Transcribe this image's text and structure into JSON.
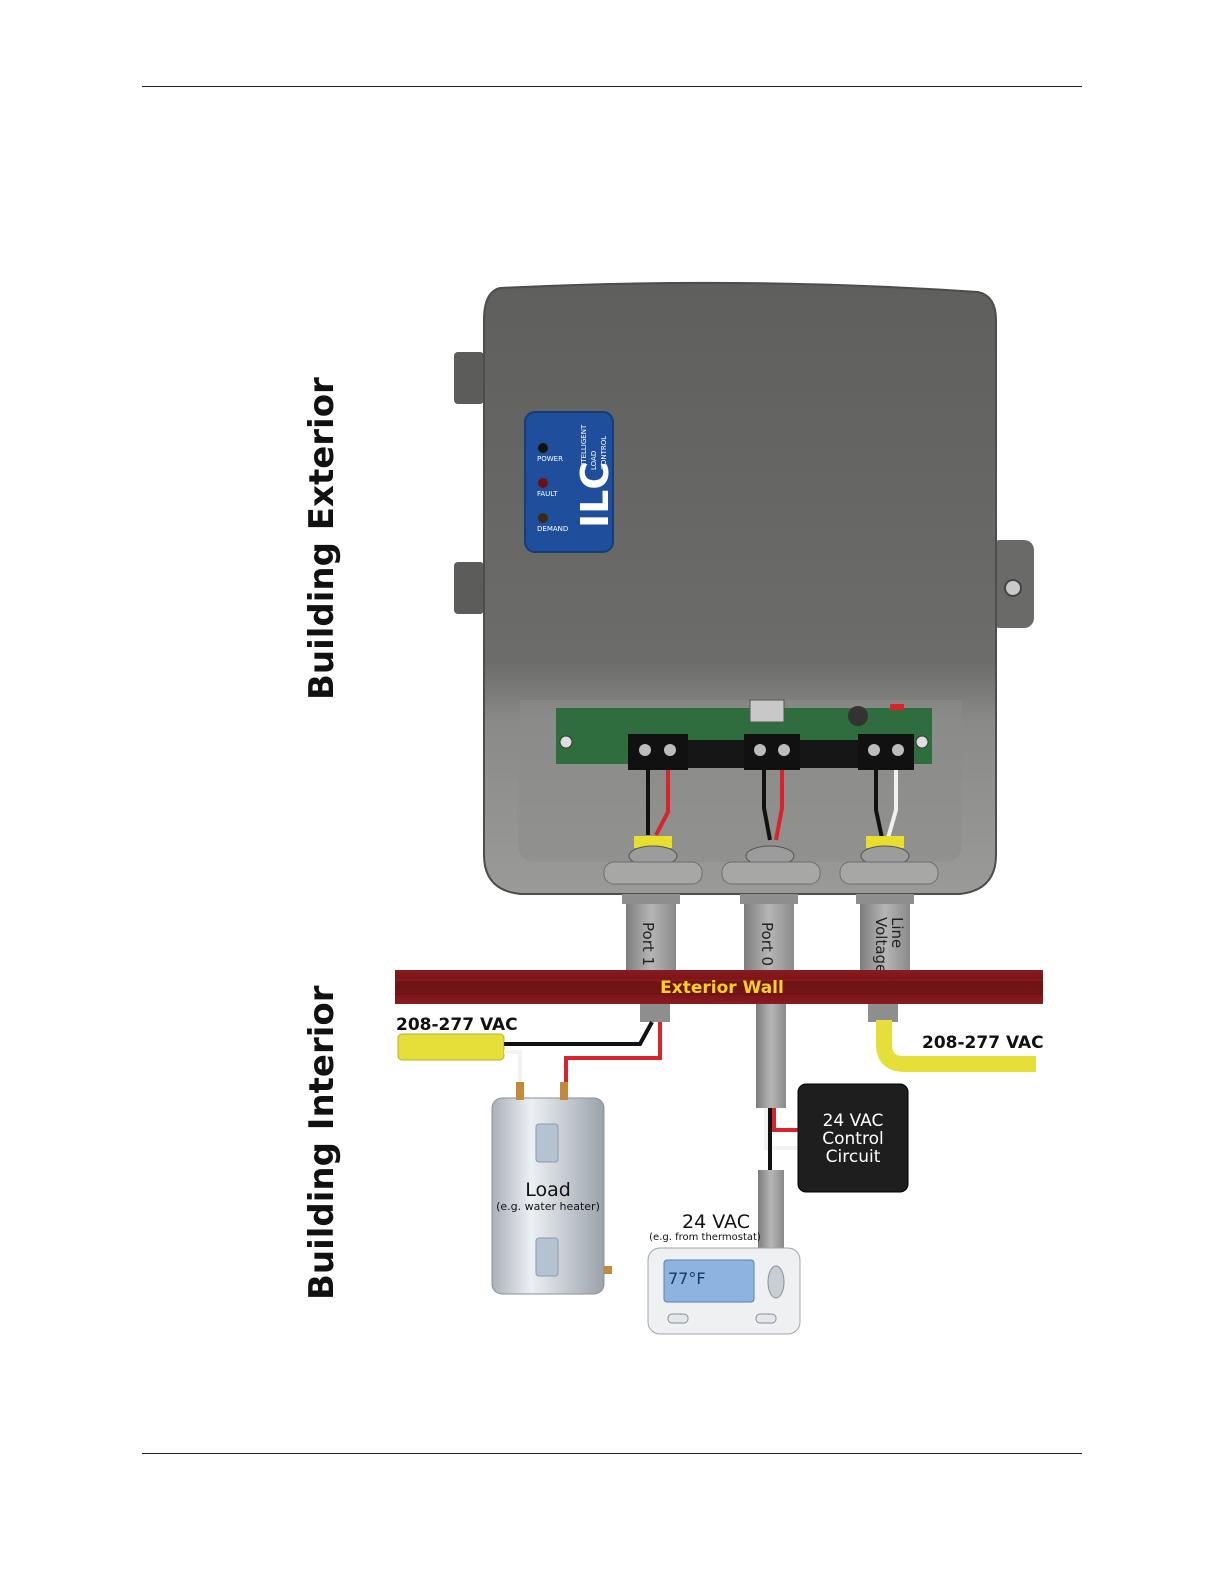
{
  "section_labels": {
    "exterior": "Building Exterior",
    "interior": "Building Interior"
  },
  "device": {
    "brand": "ILC",
    "brand_line1": "INTELLIGENT",
    "brand_line2": "LOAD",
    "brand_line3": "CONTROL",
    "led_power": "POWER",
    "led_fault": "FAULT",
    "led_demand": "DEMAND"
  },
  "conduits": {
    "port1": "Port 1",
    "port0": "Port 0",
    "line_voltage_1": "Line",
    "line_voltage_2": "Voltage"
  },
  "wall": {
    "label": "Exterior Wall"
  },
  "supply_left": "208-277 VAC",
  "supply_right": "208-277 VAC",
  "load": {
    "title": "Load",
    "subtitle": "(e.g. water heater)"
  },
  "control_circuit": {
    "line1": "24 VAC",
    "line2": "Control",
    "line3": "Circuit"
  },
  "thermostat": {
    "title": "24 VAC",
    "subtitle": "(e.g. from thermostat)",
    "temp": "77°F"
  },
  "colors": {
    "enclosure": "#6b6b69",
    "badge": "#1f4f9c",
    "wall": "#7a1418",
    "wall_text": "#f5d31c",
    "cable_yellow": "#e6df3a",
    "wire_red": "#d8242a",
    "control_box": "#1e1e1e"
  }
}
